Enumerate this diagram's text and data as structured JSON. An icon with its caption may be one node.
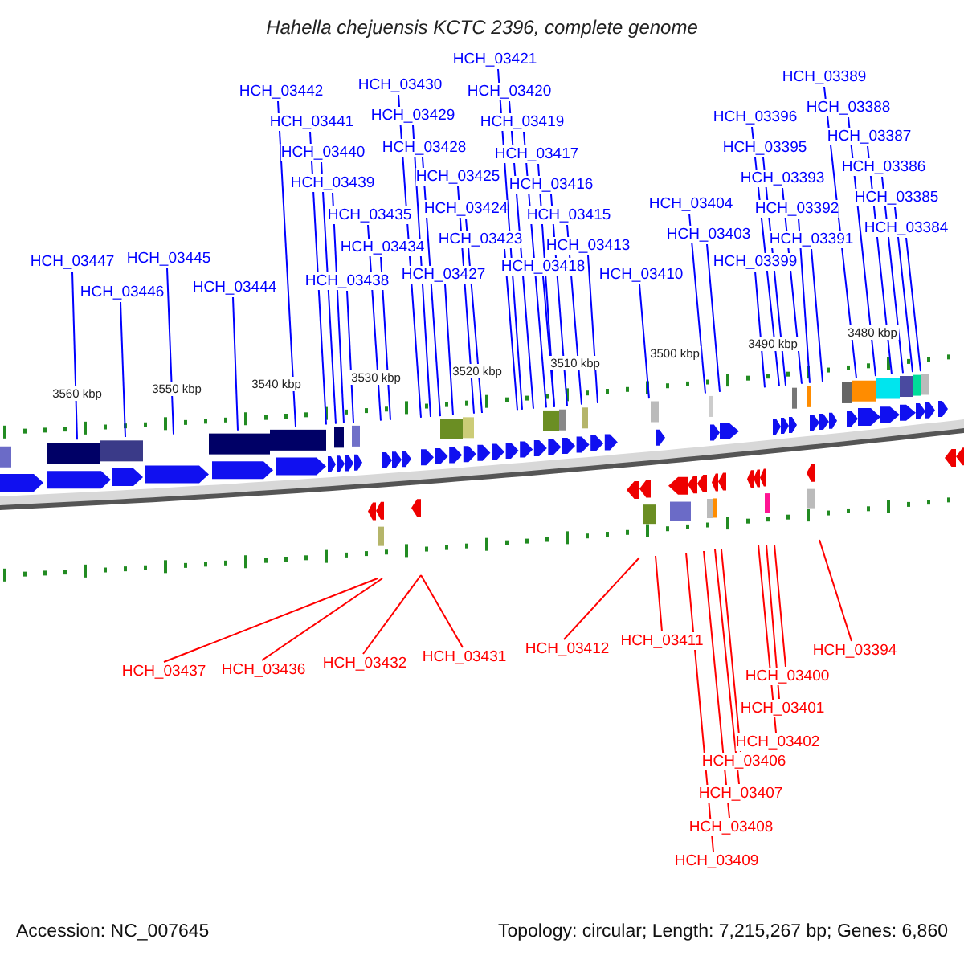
{
  "diagram": {
    "title": "Hahella chejuensis KCTC 2396, complete genome",
    "nodes": [
      {
        "text": [
          "HCH_03421"
        ]
      },
      {
        "text": [
          "HCH_03430"
        ]
      },
      {
        "text": [
          "HCH_03420"
        ]
      },
      {
        "text": [
          "HCH_03442"
        ]
      },
      {
        "text": [
          "HCH_03389"
        ]
      },
      {
        "text": [
          "HCH_03388"
        ]
      },
      {
        "text": [
          "HCH_03396"
        ]
      },
      {
        "text": [
          "HCH_03441"
        ]
      },
      {
        "text": [
          "HCH_03429"
        ]
      },
      {
        "text": [
          "HCH_03419"
        ]
      },
      {
        "text": [
          "HCH_03387"
        ]
      },
      {
        "text": [
          "HCH_03440"
        ]
      },
      {
        "text": [
          "HCH_03428"
        ]
      },
      {
        "text": [
          "HCH_03417"
        ]
      },
      {
        "text": [
          "HCH_03395"
        ]
      },
      {
        "text": [
          "HCH_03386"
        ]
      },
      {
        "text": [
          "HCH_03439"
        ]
      },
      {
        "text": [
          "HCH_03425"
        ]
      },
      {
        "text": [
          "HCH_03416"
        ]
      },
      {
        "text": [
          "HCH_03393"
        ]
      },
      {
        "text": [
          "HCH_03385"
        ]
      },
      {
        "text": [
          "HCH_03404"
        ]
      },
      {
        "text": [
          "HCH_03435"
        ]
      },
      {
        "text": [
          "HCH_03424"
        ]
      },
      {
        "text": [
          "HCH_03415"
        ]
      },
      {
        "text": [
          "HCH_03392"
        ]
      },
      {
        "text": [
          "HCH_03384"
        ]
      },
      {
        "text": [
          "HCH_03403"
        ]
      },
      {
        "text": [
          "HCH_03434"
        ]
      },
      {
        "text": [
          "HCH_03423"
        ]
      },
      {
        "text": [
          "HCH_03413"
        ]
      },
      {
        "text": [
          "HCH_03391"
        ]
      },
      {
        "text": [
          "HCH_03399"
        ]
      },
      {
        "text": [
          "HCH_03447"
        ]
      },
      {
        "text": [
          "HCH_03445"
        ]
      },
      {
        "text": [
          "HCH_03418"
        ]
      },
      {
        "text": [
          "HCH_03410"
        ]
      },
      {
        "text": [
          "HCH_03427"
        ]
      },
      {
        "text": [
          "HCH_03438"
        ]
      },
      {
        "text": [
          "HCH_03446"
        ]
      },
      {
        "text": [
          "HCH_03444"
        ]
      },
      {
        "text": [
          "HCH_03411"
        ]
      },
      {
        "text": [
          "HCH_03412"
        ]
      },
      {
        "text": [
          "HCH_03394"
        ]
      },
      {
        "text": [
          "HCH_03431"
        ]
      },
      {
        "text": [
          "HCH_03432"
        ]
      },
      {
        "text": [
          "HCH_03436"
        ]
      },
      {
        "text": [
          "HCH_03437"
        ]
      },
      {
        "text": [
          "HCH_03400"
        ]
      },
      {
        "text": [
          "HCH_03401"
        ]
      },
      {
        "text": [
          "HCH_03402"
        ]
      },
      {
        "text": [
          "HCH_03406"
        ]
      },
      {
        "text": [
          "HCH_03407"
        ]
      },
      {
        "text": [
          "HCH_03408"
        ]
      },
      {
        "text": [
          "HCH_03409"
        ]
      }
    ],
    "edges": [
      {
        "from": 0,
        "to": null,
        "arrow": "none"
      },
      {
        "from": 1,
        "to": null,
        "arrow": "none"
      },
      {
        "from": 2,
        "to": null,
        "arrow": "none"
      },
      {
        "from": 3,
        "to": null,
        "arrow": "none"
      },
      {
        "from": 4,
        "to": null,
        "arrow": "none"
      },
      {
        "from": 5,
        "to": null,
        "arrow": "none"
      },
      {
        "from": 6,
        "to": null,
        "arrow": "none"
      },
      {
        "from": 7,
        "to": null,
        "arrow": "none"
      },
      {
        "from": 8,
        "to": null,
        "arrow": "none"
      },
      {
        "from": 9,
        "to": null,
        "arrow": "none"
      },
      {
        "from": 10,
        "to": null,
        "arrow": "none"
      },
      {
        "from": 11,
        "to": null,
        "arrow": "none"
      },
      {
        "from": 12,
        "to": null,
        "arrow": "none"
      },
      {
        "from": 13,
        "to": null,
        "arrow": "none"
      },
      {
        "from": 14,
        "to": null,
        "arrow": "none"
      },
      {
        "from": 15,
        "to": null,
        "arrow": "none"
      },
      {
        "from": 16,
        "to": null,
        "arrow": "none"
      },
      {
        "from": 17,
        "to": null,
        "arrow": "none"
      },
      {
        "from": 18,
        "to": null,
        "arrow": "none"
      },
      {
        "from": 19,
        "to": null,
        "arrow": "none"
      },
      {
        "from": 20,
        "to": null,
        "arrow": "none"
      },
      {
        "from": 21,
        "to": null,
        "arrow": "none"
      },
      {
        "from": 22,
        "to": null,
        "arrow": "none"
      },
      {
        "from": 23,
        "to": null,
        "arrow": "none"
      },
      {
        "from": 24,
        "to": null,
        "arrow": "none"
      },
      {
        "from": 25,
        "to": null,
        "arrow": "none"
      },
      {
        "from": 26,
        "to": null,
        "arrow": "none"
      },
      {
        "from": 27,
        "to": null,
        "arrow": "none"
      },
      {
        "from": 28,
        "to": null,
        "arrow": "none"
      },
      {
        "from": 29,
        "to": null,
        "arrow": "none"
      },
      {
        "from": 30,
        "to": null,
        "arrow": "none"
      },
      {
        "from": 31,
        "to": null,
        "arrow": "none"
      },
      {
        "from": 32,
        "to": null,
        "arrow": "none"
      },
      {
        "from": 33,
        "to": null,
        "arrow": "none"
      },
      {
        "from": 34,
        "to": null,
        "arrow": "none"
      },
      {
        "from": 35,
        "to": null,
        "arrow": "none"
      },
      {
        "from": 36,
        "to": null,
        "arrow": "none"
      },
      {
        "from": 37,
        "to": null,
        "arrow": "none"
      },
      {
        "from": 38,
        "to": null,
        "arrow": "none"
      },
      {
        "from": 39,
        "to": null,
        "arrow": "none"
      },
      {
        "from": 40,
        "to": null,
        "arrow": "none"
      },
      {
        "from": 41,
        "to": null,
        "arrow": "none",
        "color": "#ff0000"
      },
      {
        "from": 42,
        "to": null,
        "arrow": "none",
        "color": "#ff0000"
      },
      {
        "from": 43,
        "to": null,
        "arrow": "none",
        "color": "#ff0000"
      },
      {
        "from": 44,
        "to": null,
        "arrow": "none",
        "color": "#ff0000"
      },
      {
        "from": 45,
        "to": null,
        "arrow": "none",
        "color": "#ff0000"
      },
      {
        "from": 46,
        "to": null,
        "arrow": "none",
        "color": "#ff0000"
      },
      {
        "from": 47,
        "to": null,
        "arrow": "none",
        "color": "#ff0000"
      },
      {
        "from": 48,
        "to": null,
        "arrow": "none",
        "color": "#ff0000"
      },
      {
        "from": 49,
        "to": null,
        "arrow": "none",
        "color": "#ff0000"
      },
      {
        "from": 50,
        "to": null,
        "arrow": "none",
        "color": "#ff0000"
      },
      {
        "from": 51,
        "to": null,
        "arrow": "none",
        "color": "#ff0000"
      },
      {
        "from": 52,
        "to": null,
        "arrow": "none",
        "color": "#ff0000"
      },
      {
        "from": 53,
        "to": null,
        "arrow": "none",
        "color": "#ff0000"
      },
      {
        "from": 54,
        "to": null,
        "arrow": "none",
        "color": "#ff0000"
      }
    ],
    "labels": [
      "3560 kbp",
      "3550 kbp",
      "3540 kbp",
      "3530 kbp",
      "3520 kbp",
      "3510 kbp",
      "3500 kbp",
      "3490 kbp",
      "3480 kbp",
      "Accession: NC_007645",
      "Topology: circular; Length: 7,215,267 bp; Genes: 6,860"
    ]
  }
}
